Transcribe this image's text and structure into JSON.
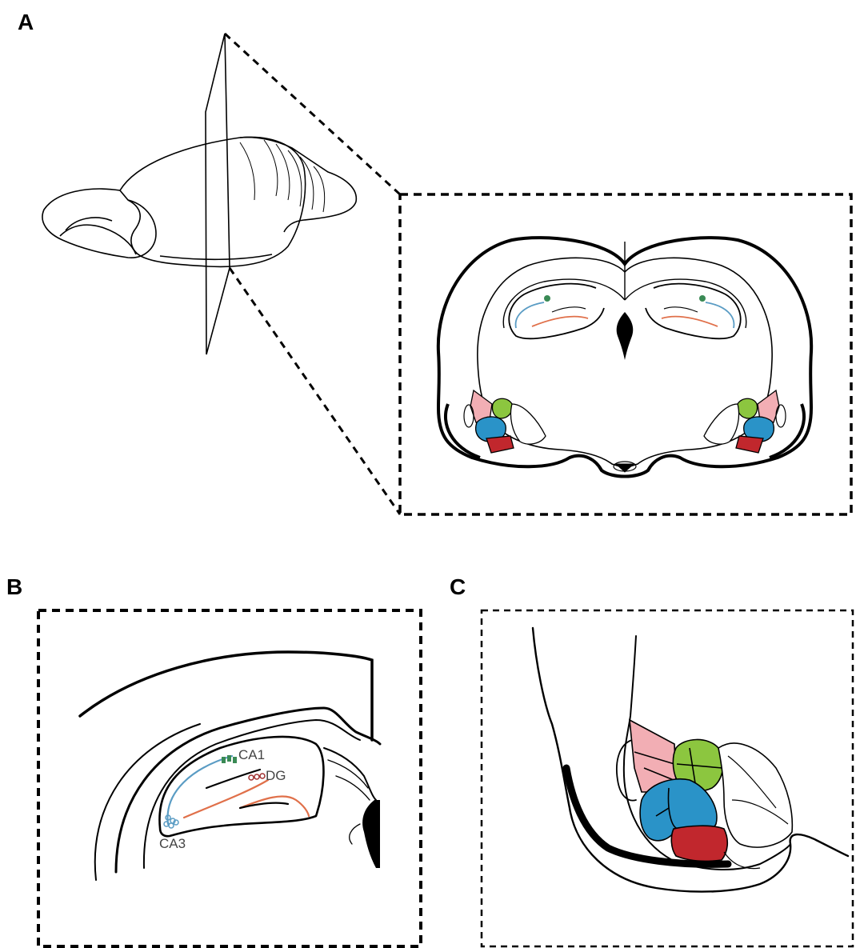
{
  "panels": {
    "a": {
      "label": "A"
    },
    "b": {
      "label": "B",
      "regions": {
        "ca1": "CA1",
        "dg": "DG",
        "ca3": "CA3"
      }
    },
    "c": {
      "label": "C"
    }
  },
  "colors": {
    "outline": "#000000",
    "ca1": "#3a8a55",
    "ca3": "#5a9cc4",
    "dg": "#e0704a",
    "pink_region": "#f2aeb4",
    "green_region": "#8cc63f",
    "blue_region": "#2a93c8",
    "red_region": "#c1272d"
  }
}
